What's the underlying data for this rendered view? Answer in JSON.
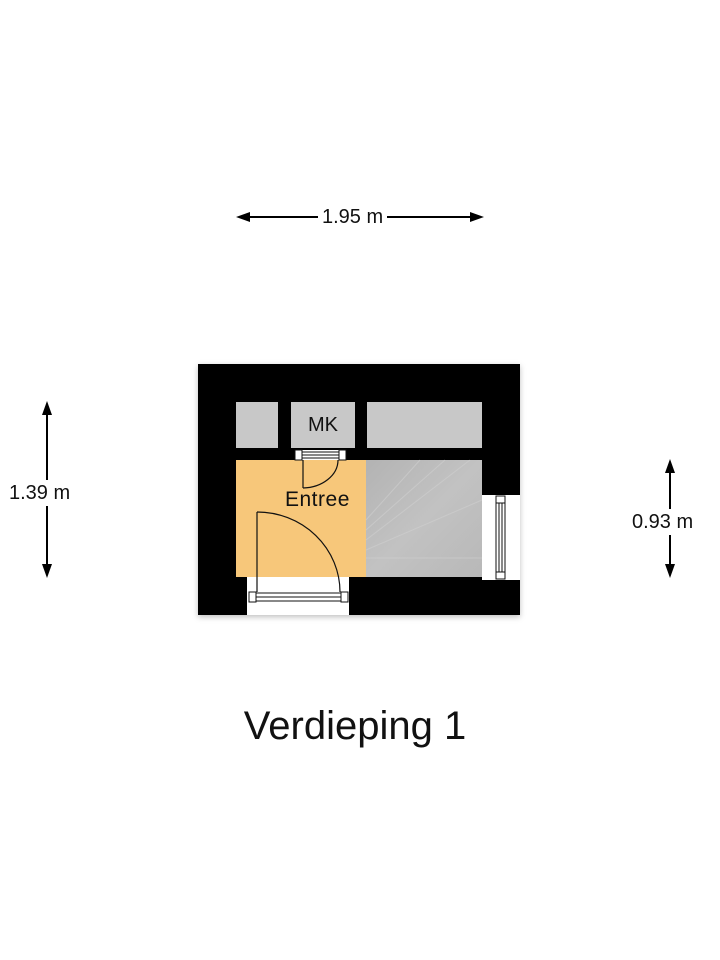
{
  "floorplan": {
    "title": "Verdieping 1",
    "dimensions": {
      "width_top": "1.95 m",
      "height_left": "1.39 m",
      "height_right": "0.93 m"
    },
    "rooms": [
      {
        "id": "entree",
        "label": "Entree",
        "color": "#f7c77a"
      },
      {
        "id": "mk",
        "label": "MK",
        "color": "#c8c8c8"
      },
      {
        "id": "stair",
        "label": "",
        "color": "#b9b9b9"
      },
      {
        "id": "closet-left",
        "label": "",
        "color": "#c8c8c8"
      },
      {
        "id": "closet-right",
        "label": "",
        "color": "#c8c8c8"
      }
    ],
    "colors": {
      "wall": "#000000",
      "background": "#ffffff",
      "line": "#111111"
    }
  }
}
